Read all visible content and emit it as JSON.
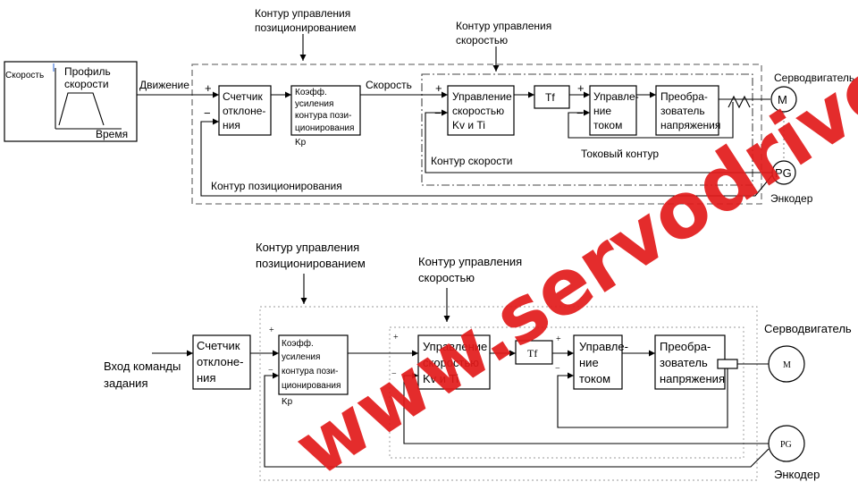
{
  "top": {
    "label_position_loop_ctrl": [
      "Контур управления",
      "позиционированием"
    ],
    "label_speed_loop_ctrl": [
      "Контур управления",
      "скоростью"
    ],
    "speed_axis": "Скорость",
    "profile_title": [
      "Профиль",
      "скорости"
    ],
    "time_axis": "Время",
    "movement": "Движение",
    "counter": [
      "Счетчик",
      "отклоне-",
      "ния"
    ],
    "gain": [
      "Коэфф.",
      "усиления",
      "контура пози-",
      "ционирования"
    ],
    "kp": "Kp",
    "speed_label": "Скорость",
    "speed_ctrl": [
      "Управление",
      "скоростью",
      "Kv и Ti"
    ],
    "tf": "Tf",
    "current_ctrl": [
      "Управле-",
      "ние",
      "током"
    ],
    "converter": [
      "Преобра-",
      "зователь",
      "напряжения"
    ],
    "speed_loop": "Контур скорости",
    "current_loop": "Токовый контур",
    "position_loop": "Контур позиционирования",
    "servo": "Серводвигатель",
    "motor": "M",
    "pg": "PG",
    "encoder": "Энкодер",
    "plus": "+",
    "minus": "−"
  },
  "bottom": {
    "label_position_loop_ctrl": [
      "Контур управления",
      "позиционированием"
    ],
    "label_speed_loop_ctrl": [
      "Контур управления",
      "скоростью"
    ],
    "input": [
      "Вход команды",
      "задания"
    ],
    "counter": [
      "Счетчик",
      "отклоне-",
      "ния"
    ],
    "gain": [
      "Коэфф.",
      "усиления",
      "контура пози-",
      "ционирования"
    ],
    "kp": "Kp",
    "speed_ctrl": [
      "Управление",
      "скоростью",
      "Kv и Ti"
    ],
    "tf": "Tf",
    "current_ctrl": [
      "Управле-",
      "ние",
      "током"
    ],
    "converter": [
      "Преобра-",
      "зователь",
      "напряжения"
    ],
    "servo": "Серводвигатель",
    "motor": "M",
    "pg": "PG",
    "encoder": "Энкодер",
    "plus": "+",
    "minus": "−"
  },
  "watermark": "www.servodrive.ru",
  "colors": {
    "watermark": "#e21b1b",
    "frame_dash": "#777777"
  }
}
